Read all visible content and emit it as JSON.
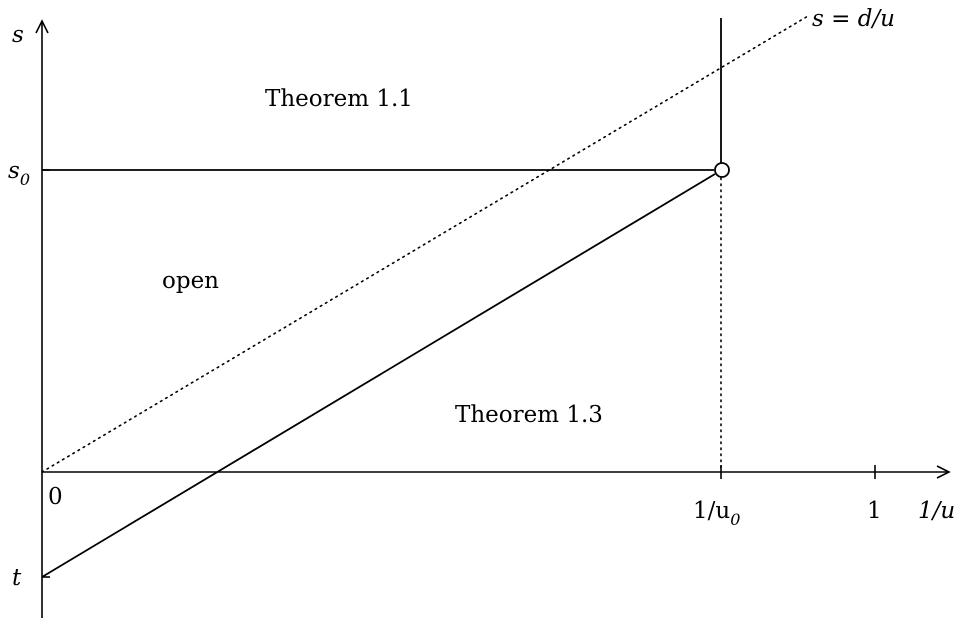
{
  "axes": {
    "y_label": "s",
    "x_label": "1/u",
    "origin_label": "0",
    "s0_label": "s",
    "s0_sub": "0",
    "t_label": "t",
    "u0_label": "1/u",
    "u0_sub": "0",
    "one_label": "1"
  },
  "line_label": "s = d/u",
  "regions": {
    "theorem_1_1": "Theorem 1.1",
    "open": "open",
    "theorem_1_3": "Theorem 1.3"
  }
}
